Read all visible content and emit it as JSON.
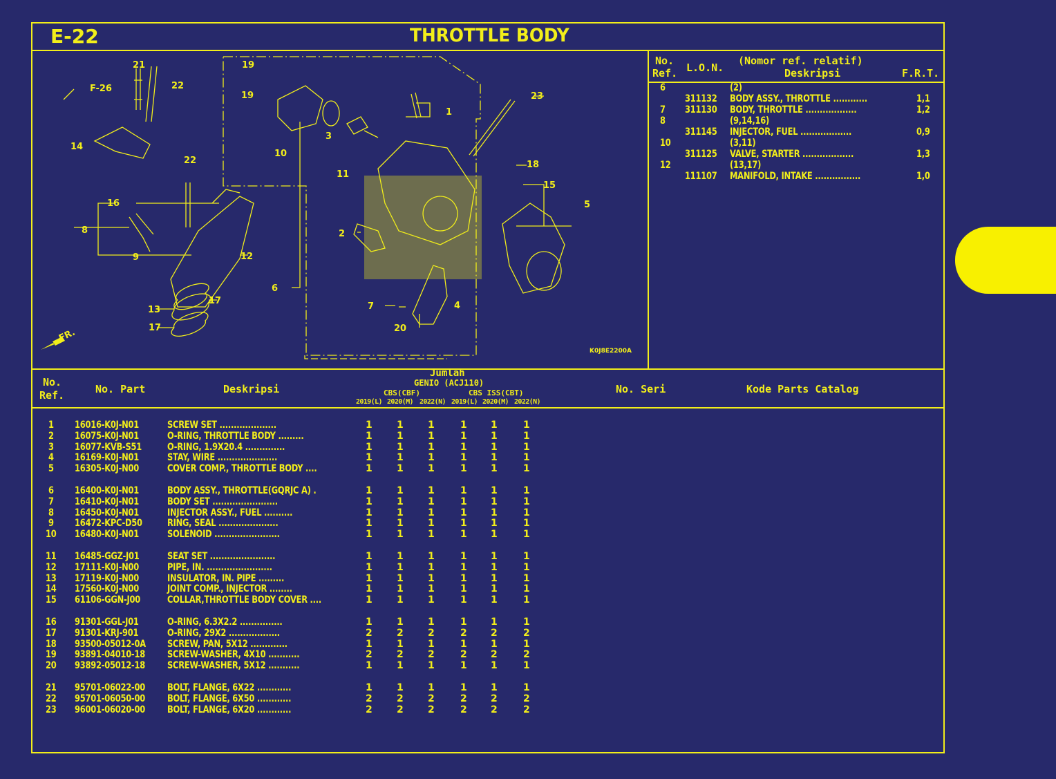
{
  "header": {
    "section_code": "E-22",
    "title": "THROTTLE BODY"
  },
  "diagram": {
    "image_code": "K0J8E2200A",
    "front_label": "FR.",
    "callouts": [
      "21",
      "22",
      "F-26",
      "14",
      "22",
      "16",
      "8",
      "9",
      "12",
      "13",
      "17",
      "17",
      "6",
      "19",
      "19",
      "10",
      "3",
      "11",
      "1",
      "23",
      "18",
      "15",
      "5",
      "2",
      "7",
      "4",
      "20"
    ]
  },
  "ref_table": {
    "col_no_ref": [
      "No.",
      "Ref."
    ],
    "col_lon": "L.O.N.",
    "col_desc": [
      "(Nomor ref. relatif)",
      "Deskripsi"
    ],
    "col_frt": "F.R.T.",
    "rows": [
      {
        "ref": "6",
        "lon": "",
        "desc": "(2)",
        "frt": ""
      },
      {
        "ref": "",
        "lon": "311132",
        "desc": "BODY ASSY., THROTTLE ............",
        "frt": "1,1"
      },
      {
        "ref": "7",
        "lon": "311130",
        "desc": "BODY, THROTTLE ..................",
        "frt": "1,2"
      },
      {
        "ref": "8",
        "lon": "",
        "desc": "(9,14,16)",
        "frt": ""
      },
      {
        "ref": "",
        "lon": "311145",
        "desc": "INJECTOR, FUEL ..................",
        "frt": "0,9"
      },
      {
        "ref": "10",
        "lon": "",
        "desc": "(3,11)",
        "frt": ""
      },
      {
        "ref": "",
        "lon": "311125",
        "desc": "VALVE, STARTER ..................",
        "frt": "1,3"
      },
      {
        "ref": "12",
        "lon": "",
        "desc": "(13,17)",
        "frt": ""
      },
      {
        "ref": "",
        "lon": "111107",
        "desc": "MANIFOLD, INTAKE ................",
        "frt": "1,0"
      }
    ]
  },
  "parts_table": {
    "col_no_ref": [
      "No.",
      "Ref."
    ],
    "col_part": "No. Part",
    "col_desc": "Deskripsi",
    "col_qty": "Jumlah",
    "model": "GENIO (ACJ110)",
    "variants": [
      "CBS(CBF)",
      "CBS ISS(CBT)"
    ],
    "years": [
      "2019(L)",
      "2020(M)",
      "2022(N)",
      "2019(L)",
      "2020(M)",
      "2022(N)"
    ],
    "col_serial": "No. Seri",
    "col_catalog": "Kode Parts Catalog",
    "rows": [
      {
        "ref": "1",
        "part": "16016-K0J-N01",
        "desc": "SCREW SET ....................",
        "qty": [
          "1",
          "1",
          "1",
          "1",
          "1",
          "1"
        ]
      },
      {
        "ref": "2",
        "part": "16075-K0J-N01",
        "desc": "O-RING, THROTTLE BODY .........",
        "qty": [
          "1",
          "1",
          "1",
          "1",
          "1",
          "1"
        ]
      },
      {
        "ref": "3",
        "part": "16077-KVB-S51",
        "desc": "O-RING, 1.9X20.4 ..............",
        "qty": [
          "1",
          "1",
          "1",
          "1",
          "1",
          "1"
        ]
      },
      {
        "ref": "4",
        "part": "16169-K0J-N01",
        "desc": "STAY, WIRE .....................",
        "qty": [
          "1",
          "1",
          "1",
          "1",
          "1",
          "1"
        ]
      },
      {
        "ref": "5",
        "part": "16305-K0J-N00",
        "desc": "COVER COMP., THROTTLE BODY ....",
        "qty": [
          "1",
          "1",
          "1",
          "1",
          "1",
          "1"
        ]
      },
      {
        "ref": "6",
        "part": "16400-K0J-N01",
        "desc": "BODY ASSY., THROTTLE(GQRJC A) .",
        "qty": [
          "1",
          "1",
          "1",
          "1",
          "1",
          "1"
        ]
      },
      {
        "ref": "7",
        "part": "16410-K0J-N01",
        "desc": "BODY SET .......................",
        "qty": [
          "1",
          "1",
          "1",
          "1",
          "1",
          "1"
        ]
      },
      {
        "ref": "8",
        "part": "16450-K0J-N01",
        "desc": "INJECTOR ASSY., FUEL ..........",
        "qty": [
          "1",
          "1",
          "1",
          "1",
          "1",
          "1"
        ]
      },
      {
        "ref": "9",
        "part": "16472-KPC-D50",
        "desc": "RING, SEAL .....................",
        "qty": [
          "1",
          "1",
          "1",
          "1",
          "1",
          "1"
        ]
      },
      {
        "ref": "10",
        "part": "16480-K0J-N01",
        "desc": "SOLENOID .......................",
        "qty": [
          "1",
          "1",
          "1",
          "1",
          "1",
          "1"
        ]
      },
      {
        "ref": "11",
        "part": "16485-GGZ-J01",
        "desc": "SEAT SET .......................",
        "qty": [
          "1",
          "1",
          "1",
          "1",
          "1",
          "1"
        ]
      },
      {
        "ref": "12",
        "part": "17111-K0J-N00",
        "desc": "PIPE, IN. .......................",
        "qty": [
          "1",
          "1",
          "1",
          "1",
          "1",
          "1"
        ]
      },
      {
        "ref": "13",
        "part": "17119-K0J-N00",
        "desc": "INSULATOR, IN. PIPE .........",
        "qty": [
          "1",
          "1",
          "1",
          "1",
          "1",
          "1"
        ]
      },
      {
        "ref": "14",
        "part": "17560-K0J-N00",
        "desc": "JOINT COMP., INJECTOR ........",
        "qty": [
          "1",
          "1",
          "1",
          "1",
          "1",
          "1"
        ]
      },
      {
        "ref": "15",
        "part": "61106-GGN-J00",
        "desc": "COLLAR,THROTTLE BODY COVER ....",
        "qty": [
          "1",
          "1",
          "1",
          "1",
          "1",
          "1"
        ]
      },
      {
        "ref": "16",
        "part": "91301-GGL-J01",
        "desc": "O-RING, 6.3X2.2 ...............",
        "qty": [
          "1",
          "1",
          "1",
          "1",
          "1",
          "1"
        ]
      },
      {
        "ref": "17",
        "part": "91301-KRJ-901",
        "desc": "O-RING, 29X2 ..................",
        "qty": [
          "2",
          "2",
          "2",
          "2",
          "2",
          "2"
        ]
      },
      {
        "ref": "18",
        "part": "93500-05012-0A",
        "desc": "SCREW, PAN, 5X12 .............",
        "qty": [
          "1",
          "1",
          "1",
          "1",
          "1",
          "1"
        ]
      },
      {
        "ref": "19",
        "part": "93891-04010-18",
        "desc": "SCREW-WASHER, 4X10 ...........",
        "qty": [
          "2",
          "2",
          "2",
          "2",
          "2",
          "2"
        ]
      },
      {
        "ref": "20",
        "part": "93892-05012-18",
        "desc": "SCREW-WASHER, 5X12 ...........",
        "qty": [
          "1",
          "1",
          "1",
          "1",
          "1",
          "1"
        ]
      },
      {
        "ref": "21",
        "part": "95701-06022-00",
        "desc": "BOLT, FLANGE, 6X22 ............",
        "qty": [
          "1",
          "1",
          "1",
          "1",
          "1",
          "1"
        ]
      },
      {
        "ref": "22",
        "part": "95701-06050-00",
        "desc": "BOLT, FLANGE, 6X50 ............",
        "qty": [
          "2",
          "2",
          "2",
          "2",
          "2",
          "2"
        ]
      },
      {
        "ref": "23",
        "part": "96001-06020-00",
        "desc": "BOLT, FLANGE, 6X20 ............",
        "qty": [
          "2",
          "2",
          "2",
          "2",
          "2",
          "2"
        ]
      }
    ]
  },
  "colors": {
    "background": "#27296b",
    "ink": "#f2ee1a",
    "side_tab": "#f8f000"
  }
}
